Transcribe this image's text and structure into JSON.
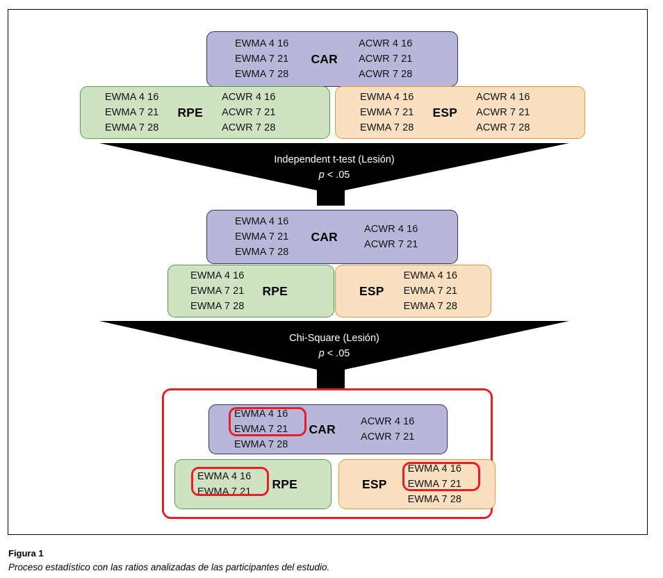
{
  "figure": {
    "caption_title": "Figura 1",
    "caption_text": "Proceso estadístico con las ratios analizadas de las participantes del estudio.",
    "colors": {
      "purple_fill": "#b8b7d9",
      "purple_border": "#2b2f66",
      "green_fill": "#cfe3c2",
      "green_border": "#4f9e4a",
      "orange_fill": "#fadfc0",
      "orange_border": "#e8963c",
      "highlight_red": "#ec1c24",
      "funnel_black": "#000000"
    }
  },
  "stage1": {
    "car": {
      "label": "CAR",
      "left": [
        "EWMA 4 16",
        "EWMA 7 21",
        "EWMA 7 28"
      ],
      "right": [
        "ACWR 4 16",
        "ACWR 7 21",
        "ACWR 7 28"
      ]
    },
    "rpe": {
      "label": "RPE",
      "left": [
        "EWMA 4 16",
        "EWMA 7 21",
        "EWMA 7 28"
      ],
      "right": [
        "ACWR 4 16",
        "ACWR 7 21",
        "ACWR 7 28"
      ]
    },
    "esp": {
      "label": "ESP",
      "left": [
        "EWMA 4 16",
        "EWMA 7 21",
        "EWMA 7 28"
      ],
      "right": [
        "ACWR 4 16",
        "ACWR 7 21",
        "ACWR 7 28"
      ]
    }
  },
  "funnel1": {
    "title": "Independent t-test (Lesión)",
    "p_italic": "p",
    "p_rest": " < .05"
  },
  "stage2": {
    "car": {
      "label": "CAR",
      "left": [
        "EWMA 4 16",
        "EWMA 7 21",
        "EWMA 7 28"
      ],
      "right": [
        "ACWR 4 16",
        "ACWR 7 21"
      ]
    },
    "rpe": {
      "label": "RPE",
      "left": [
        "EWMA 4 16",
        "EWMA 7 21",
        "EWMA 7 28"
      ]
    },
    "esp": {
      "label": "ESP",
      "right": [
        "EWMA 4 16",
        "EWMA 7 21",
        "EWMA 7 28"
      ]
    }
  },
  "funnel2": {
    "title": "Chi-Square (Lesión)",
    "p_italic": "p",
    "p_rest": " < .05"
  },
  "stage3": {
    "car": {
      "label": "CAR",
      "left": [
        "EWMA 4 16",
        "EWMA 7 21",
        "EWMA 7 28"
      ],
      "right": [
        "ACWR 4 16",
        "ACWR 7 21"
      ],
      "highlighted_left": [
        "EWMA 4 16",
        "EWMA 7 21"
      ]
    },
    "rpe": {
      "label": "RPE",
      "left": [
        "EWMA 4 16",
        "EWMA 7 21"
      ],
      "highlighted_left": [
        "EWMA 4 16",
        "EWMA 7 21"
      ]
    },
    "esp": {
      "label": "ESP",
      "right": [
        "EWMA 4 16",
        "EWMA 7 21",
        "EWMA 7 28"
      ],
      "highlighted_right": [
        "EWMA 4 16",
        "EWMA 7 21"
      ]
    }
  }
}
